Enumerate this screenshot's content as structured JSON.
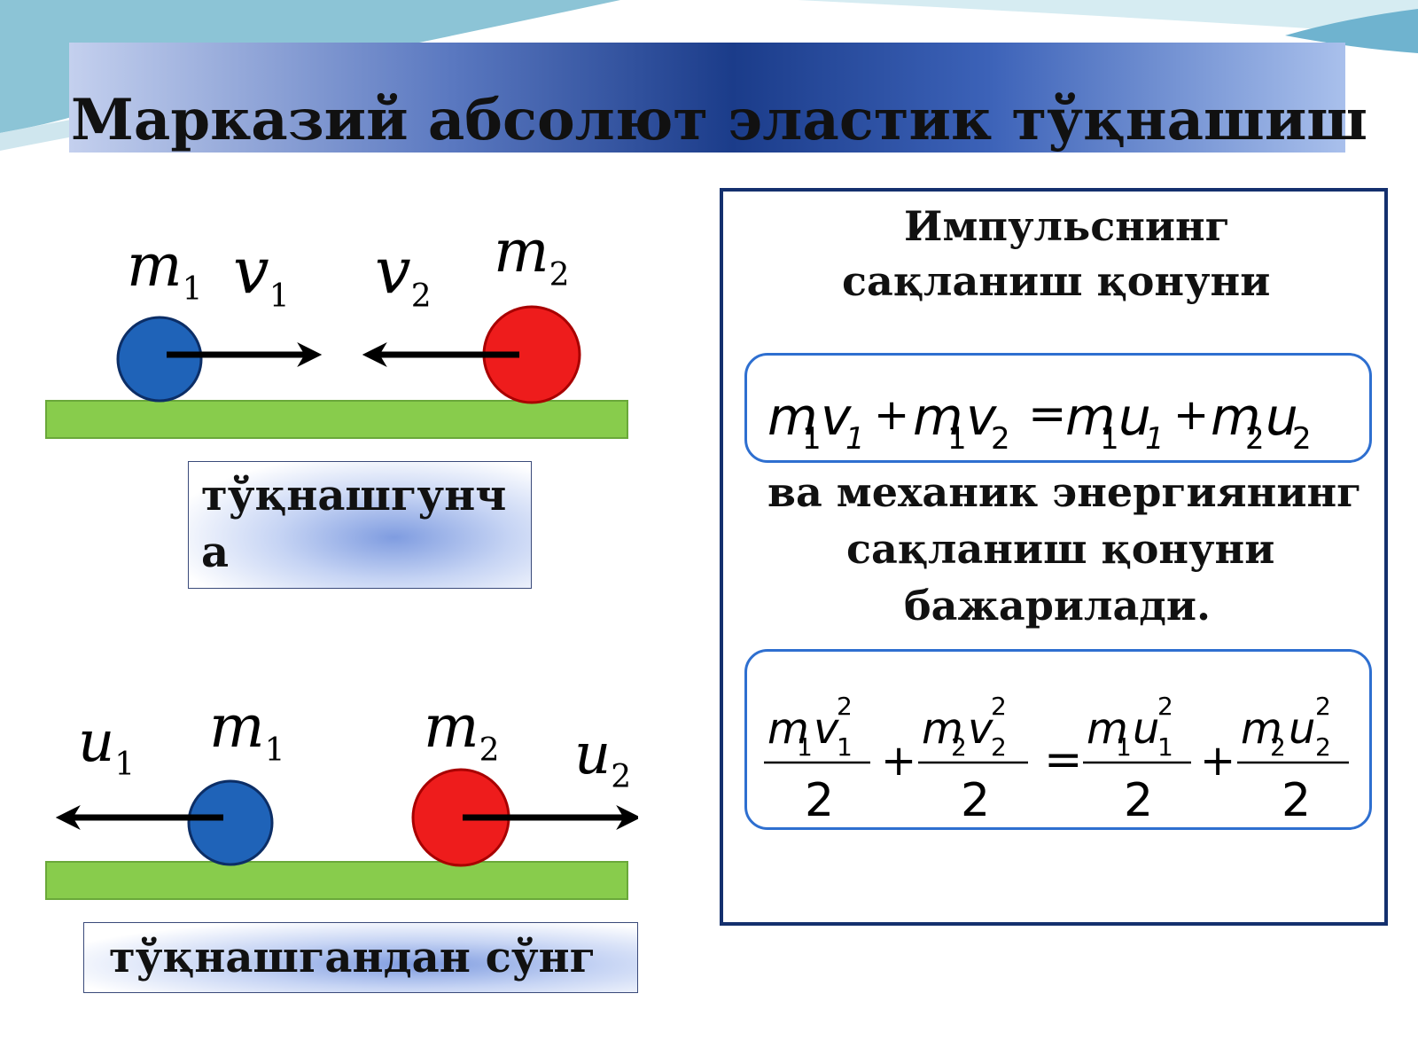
{
  "title": "Марказий абсолют эластик тўқнашиш",
  "before": {
    "caption": "тўқнашгунча",
    "m1": "m",
    "m1_sub": "1",
    "v1": "v",
    "v1_sub": "1",
    "v2": "v",
    "v2_sub": "2",
    "m2": "m",
    "m2_sub": "2"
  },
  "after": {
    "caption": "тўқнашгандан сўнг",
    "u1": "u",
    "u1_sub": "1",
    "m1": "m",
    "m1_sub": "1",
    "m2": "m",
    "m2_sub": "2",
    "u2": "u",
    "u2_sub": "2"
  },
  "panel": {
    "momentum_heading_line1": "Импульснинг",
    "momentum_heading_line2": "сақланиш қонуни",
    "energy_line1": "ва механик энергиянинг",
    "energy_line2": "сақланиш қонуни",
    "energy_line3": "бажарилади."
  },
  "colors": {
    "ball1": "#1f63b8",
    "ball2": "#ee1c1c",
    "ground": "#88cc4c",
    "panel_border": "#14306e",
    "eq_border": "#2e6fd0"
  }
}
